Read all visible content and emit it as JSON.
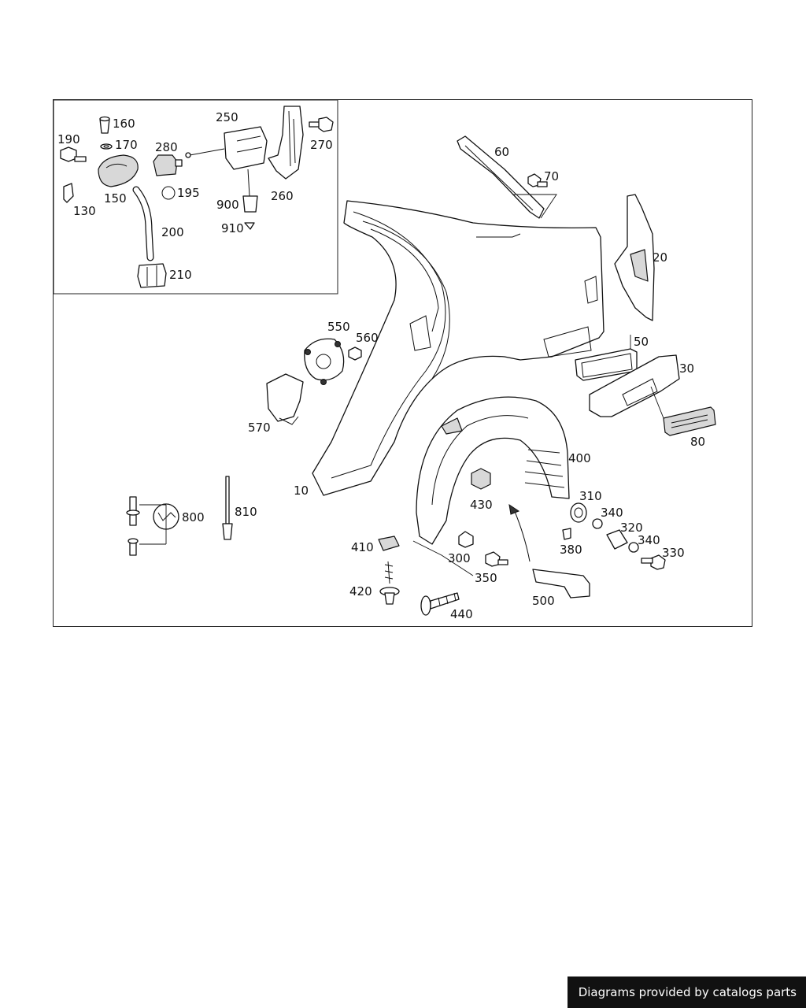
{
  "caption": "Diagrams provided by catalogs parts",
  "diagram": {
    "callouts": [
      "10",
      "20",
      "30",
      "50",
      "60",
      "70",
      "80",
      "130",
      "150",
      "160",
      "170",
      "190",
      "195",
      "200",
      "210",
      "250",
      "260",
      "270",
      "280",
      "300",
      "310",
      "320",
      "330",
      "340",
      "340",
      "350",
      "380",
      "400",
      "410",
      "420",
      "430",
      "440",
      "500",
      "550",
      "560",
      "570",
      "800",
      "810",
      "900",
      "910"
    ]
  }
}
